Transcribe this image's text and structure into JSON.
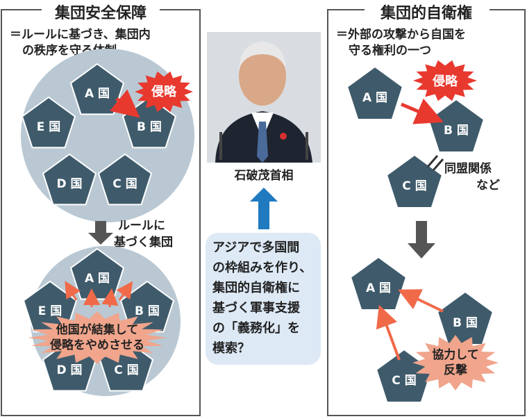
{
  "left_panel": {
    "title": "集団安全保障",
    "subtitle_lines": [
      "＝ルールに基づき、集団内",
      "の秩序を守る体制"
    ],
    "top_nations": [
      "A 国",
      "B 国",
      "C 国",
      "D 国",
      "E 国"
    ],
    "invasion_label": "侵略",
    "arrow_label_lines": [
      "ルールに",
      "基づく集団"
    ],
    "bottom_nations": [
      "A 国",
      "B 国",
      "C 国",
      "D 国",
      "E 国"
    ],
    "burst_lines": [
      "他国が結集して",
      "侵略をやめさせる"
    ]
  },
  "center": {
    "photo_caption": "石破茂首相",
    "bubble_lines": [
      "アジアで多国間",
      "の枠組みを作り、",
      "集団的自衛権に",
      "基づく軍事支援",
      "の「義務化」を",
      "模索？"
    ]
  },
  "right_panel": {
    "title": "集団的自衛権",
    "subtitle_lines": [
      "＝外部の攻撃から自国を",
      "守る権利の一つ"
    ],
    "top_nations": [
      "A 国",
      "B 国",
      "C 国"
    ],
    "invasion_label": "侵略",
    "alliance_lines": [
      "同盟関係",
      "など"
    ],
    "bottom_nations": [
      "A 国",
      "B 国",
      "C 国"
    ],
    "burst_lines": [
      "協力して",
      "反撃"
    ]
  },
  "colors": {
    "pentagon": "#3f5b6b",
    "circle": "#b9c8d3",
    "red": "#e8392f",
    "salmon": "#f0a58c",
    "blue": "#1f7ac0",
    "bubble": "#dde9f5"
  }
}
